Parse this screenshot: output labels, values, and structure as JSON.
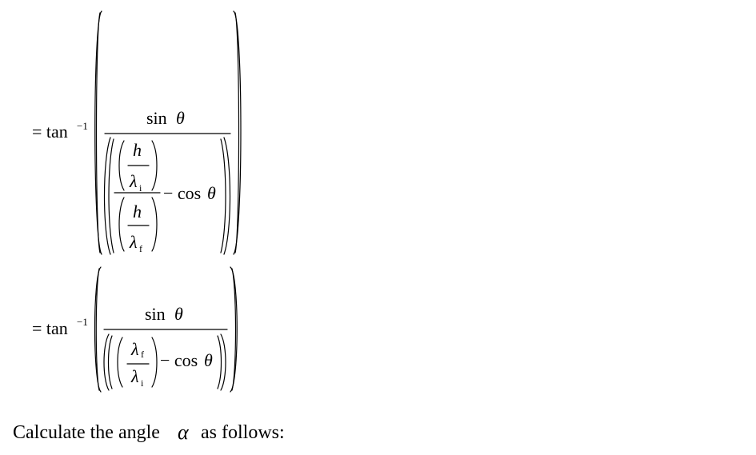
{
  "equations": [
    {
      "lhs": "= tan",
      "sup": "−1",
      "numerator": {
        "func": "sin",
        "var": "θ"
      },
      "denominator": {
        "inner_top": {
          "num": "h",
          "den": "λ",
          "den_sub": "i"
        },
        "inner_bottom": {
          "num": "h",
          "den": "λ",
          "den_sub": "f"
        },
        "minus_term": {
          "func": "− cos",
          "var": "θ"
        }
      }
    },
    {
      "lhs": "= tan",
      "sup": "−1",
      "numerator": {
        "func": "sin",
        "var": "θ"
      },
      "denominator": {
        "ratio": {
          "num": "λ",
          "num_sub": "f",
          "den": "λ",
          "den_sub": "i"
        },
        "minus_term": {
          "func": "− cos",
          "var": "θ"
        }
      }
    }
  ],
  "prose": {
    "before": "Calculate the angle",
    "symbol": "α",
    "after": "as follows:"
  }
}
